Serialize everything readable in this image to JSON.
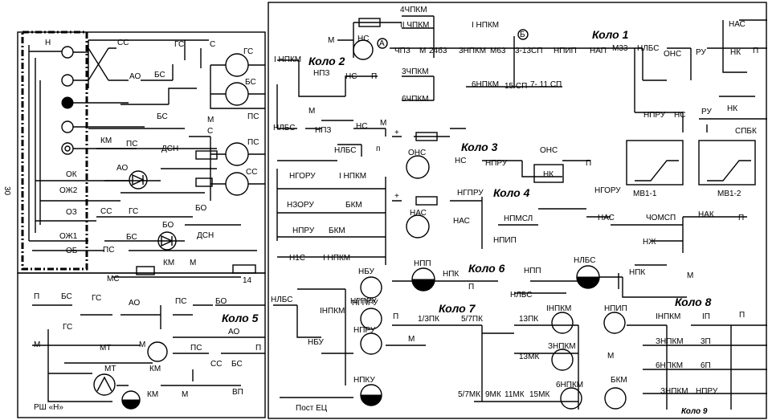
{
  "left_panel": {
    "side_label": "30",
    "lamp_labels": [
      "Н",
      "ОК",
      "ОЖ2",
      "ОЗ",
      "ОЖ1",
      "ОБ"
    ],
    "contacts": {
      "cc1": "СС",
      "gc1": "ГС",
      "c1": "С",
      "ao1": "АО",
      "bs1": "БС",
      "bs2": "БС",
      "km1": "КМ",
      "ps1": "ПС",
      "dsn1": "ДСН",
      "ao2": "АО",
      "cc2": "СС",
      "gc2": "ГС",
      "bs3": "БС",
      "bo1": "БО",
      "ps2": "ПС",
      "bo2": "БО",
      "dsn2": "ДСН",
      "km2": "КМ",
      "ms": "МС",
      "m1": "М",
      "n14": "14"
    },
    "relays": {
      "gc": "ГС",
      "bs": "БС",
      "ps": "ПС",
      "cc": "СС",
      "m": "М",
      "c": "С"
    }
  },
  "bottom_left": {
    "title": "РШ «Н»",
    "labels": {
      "p": "П",
      "bs": "БС",
      "gc": "ГС",
      "ao": "АО",
      "gc2": "ГС",
      "m": "М",
      "mt": "МТ",
      "m2": "М",
      "km": "КМ",
      "ps": "ПС",
      "cc": "СС",
      "bs2": "БС",
      "bo": "БО",
      "ao2": "АО",
      "p2": "П",
      "mt2": "МТ",
      "km2": "КМ",
      "m3": "М",
      "vp": "ВП",
      "ps2": "ПС"
    },
    "circuit_label": "Коло 5"
  },
  "main": {
    "title": "Пост ЕЦ",
    "circuits": [
      "Коло 1",
      "Коло 2",
      "Коло 3",
      "Коло 4",
      "Коло 6",
      "Коло 7",
      "Коло 8",
      "Коло 9"
    ],
    "relays": [
      "НС",
      "ОНС",
      "НАС",
      "НПП",
      "НЛБС",
      "НБУ",
      "НГПРУ",
      "НПРУ",
      "НПКУ",
      "НПИП",
      "ЗНПКМ",
      "6НПКМ",
      "БКМ",
      "НАС"
    ],
    "contacts_k1": [
      "4ЧПКМ",
      "II ЧПКМ",
      "I НПКМ",
      "ЧПЗ",
      "М",
      "24б3",
      "3ЧПКМ",
      "3НПКМ",
      "М63",
      "3-13СП",
      "НПИП",
      "НАП",
      "М33",
      "НЛБС",
      "ОНС",
      "РУ",
      "НК",
      "НАС",
      "П",
      "6НПКМ",
      "15 СП",
      "7- 11 СП",
      "6ЧПКМ"
    ],
    "contacts_k2": [
      "I НПКМ",
      "НПЗ",
      "НС",
      "П",
      "М",
      "НЛБС",
      "НПЗ",
      "НС",
      "М",
      "НЛБС",
      "п"
    ],
    "contacts_k3": [
      "НС",
      "НПРУ",
      "ОНС",
      "НК",
      "П",
      "НПРУ",
      "НС",
      "РУ",
      "НК",
      "СПБК",
      "МВ1-1",
      "МВ1-2"
    ],
    "contacts_k4": [
      "НГОРУ",
      "I НПКМ",
      "НЗОРУ",
      "БКМ",
      "НПРУ",
      "БКМ",
      "Н1С",
      "I НПКМ",
      "НГПРУ",
      "НАС",
      "НПМСЛ",
      "НПИП",
      "НГОРУ",
      "НАС",
      "ЧОМСП",
      "НАК",
      "П",
      "НЖ",
      "НПК"
    ],
    "contacts_k6": [
      "НПК",
      "П",
      "НПП",
      "НЛБС",
      "М"
    ],
    "contacts_k7": [
      "НЛБС",
      "IНПКМ",
      "НГПРУ",
      "НБУ",
      "П",
      "1/3ПК",
      "5/7ПК",
      "13ПК",
      "13МК",
      "М",
      "IНПКМ",
      "НПИП",
      "ЗНПКМ",
      "5/7МК",
      "9МК",
      "11МК",
      "15МК",
      "6НПКМ",
      "М"
    ],
    "contacts_k8": [
      "IНПКМ",
      "IП",
      "П",
      "ЗНПКМ",
      "3П",
      "6НПКМ",
      "6П",
      "ЗНПКМ",
      "НПРУ"
    ],
    "markers": [
      "А",
      "Б"
    ],
    "misc": [
      "М",
      "+",
      "+",
      "БО"
    ]
  }
}
